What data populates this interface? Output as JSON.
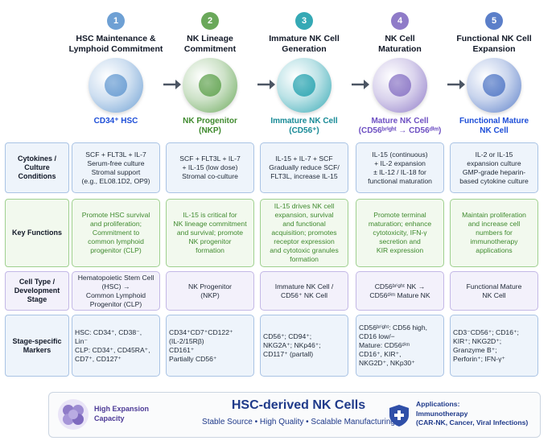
{
  "stages": [
    {
      "num": "1",
      "title": "HSC Maintenance &\nLymphoid Commitment",
      "cell_label": "CD34⁺ HSC",
      "color": "#6ea0d4",
      "label_color": "#1d4ed8"
    },
    {
      "num": "2",
      "title": "NK Lineage\nCommitment",
      "cell_label": "NK Progenitor\n(NKP)",
      "color": "#6aa85a",
      "label_color": "#3f8a2e"
    },
    {
      "num": "3",
      "title": "Immature NK Cell\nGeneration",
      "cell_label": "Immature NK Cell\n(CD56⁺)",
      "color": "#35a9b5",
      "label_color": "#178a96"
    },
    {
      "num": "4",
      "title": "NK Cell\nMaturation",
      "cell_label": "Mature NK Cell\n(CD56ᵇʳⁱᵍʰᵗ → CD56ᵈⁱᵐ)",
      "color": "#8f7bc8",
      "label_color": "#6d4fc2"
    },
    {
      "num": "5",
      "title": "Functional NK Cell\nExpansion",
      "cell_label": "Functional Mature\nNK Cell",
      "color": "#5b7fc9",
      "label_color": "#1d4ed8"
    }
  ],
  "rows": [
    {
      "label": "Cytokines / Culture\nConditions",
      "cells": [
        "SCF + FLT3L + IL-7\nSerum-free culture\nStromal support\n(e.g., EL08.1D2, OP9)",
        "SCF + FLT3L + IL-7\n+ IL-15 (low dose)\nStromal co-culture",
        "IL-15 + IL-7 + SCF\nGradually reduce SCF/\nFLT3L, increase IL-15",
        "IL-15 (continuous)\n+ IL-2 expansion\n± IL-12 / IL-18 for\nfunctional maturation",
        "IL-2 or IL-15\nexpansion culture\nGMP-grade heparin-\nbased cytokine culture"
      ]
    },
    {
      "label": "Key Functions",
      "cells": [
        "Promote HSC survival\nand proliferation;\nCommitment to\ncommon lymphoid\nprogenitor (CLP)",
        "IL-15 is critical for\nNK lineage commitment\nand survival; promote\nNK progenitor\nformation",
        "IL-15 drives NK cell\nexpansion, survival\nand functional\nacquisition; promotes\nreceptor expression\nand cytotoxic granules\nformation",
        "Promote terminal\nmaturation; enhance\ncytotoxicity, IFN-γ\nsecretion and\nKIR expression",
        "Maintain proliferation\nand increase cell\nnumbers for\nimmunotherapy\napplications"
      ]
    },
    {
      "label": "Cell Type /\nDevelopment Stage",
      "cells": [
        "Hematopoietic Stem Cell\n(HSC) →\nCommon Lymphoid\nProgenitor (CLP)",
        "NK Progenitor\n(NKP)",
        "Immature NK Cell /\nCD56⁺ NK Cell",
        "CD56ᵇʳⁱᵍʰᵗ NK →\nCD56ᵈⁱᵐ Mature NK",
        "Functional Mature\nNK Cell"
      ]
    },
    {
      "label": "Stage-specific\nMarkers",
      "cells": [
        "HSC: CD34⁺, CD38⁻,\nLin⁻\nCLP: CD34⁺, CD45RA⁺,\nCD7⁺, CD127⁺",
        "CD34⁺CD7⁺CD122⁺\n(IL-2/15Rβ)\nCD161⁺\nPartially CD56⁺",
        "CD56⁺; CD94⁺;\nNKG2A⁺; NKp46⁺;\nCD117⁺ (partall)",
        "CD56ᵇʳⁱᵍʰᵗ: CD56 high,\nCD16 low/−\nMature: CD56ᵈⁱᵐ\nCD16⁺, KIR⁺,\nNKG2D⁺, NKp30⁺",
        "CD3⁻CD56⁺; CD16⁺;\nKIR⁺; NKG2D⁺;\nGranzyme B⁺;\nPerforin⁺; IFN-γ⁺"
      ]
    }
  ],
  "row_colors": {
    "row0": {
      "bg": "#eef4fb",
      "border": "#a9c3e4"
    },
    "row1": {
      "bg": "#f2f9ee",
      "border": "#9fd08f",
      "text": "#3f8a2e"
    },
    "row2": {
      "bg": "#f3f1fb",
      "border": "#c3b8e6"
    },
    "row3": {
      "bg": "#eef4fb",
      "border": "#a9c3e4"
    }
  },
  "footer": {
    "left_label": "High Expansion\nCapacity",
    "title": "HSC-derived NK Cells",
    "subtitle": "Stable Source • High Quality • Scalable Manufacturing",
    "right_label": "Applications:\nImmunotherapy\n(CAR-NK, Cancer, Viral Infections)"
  }
}
